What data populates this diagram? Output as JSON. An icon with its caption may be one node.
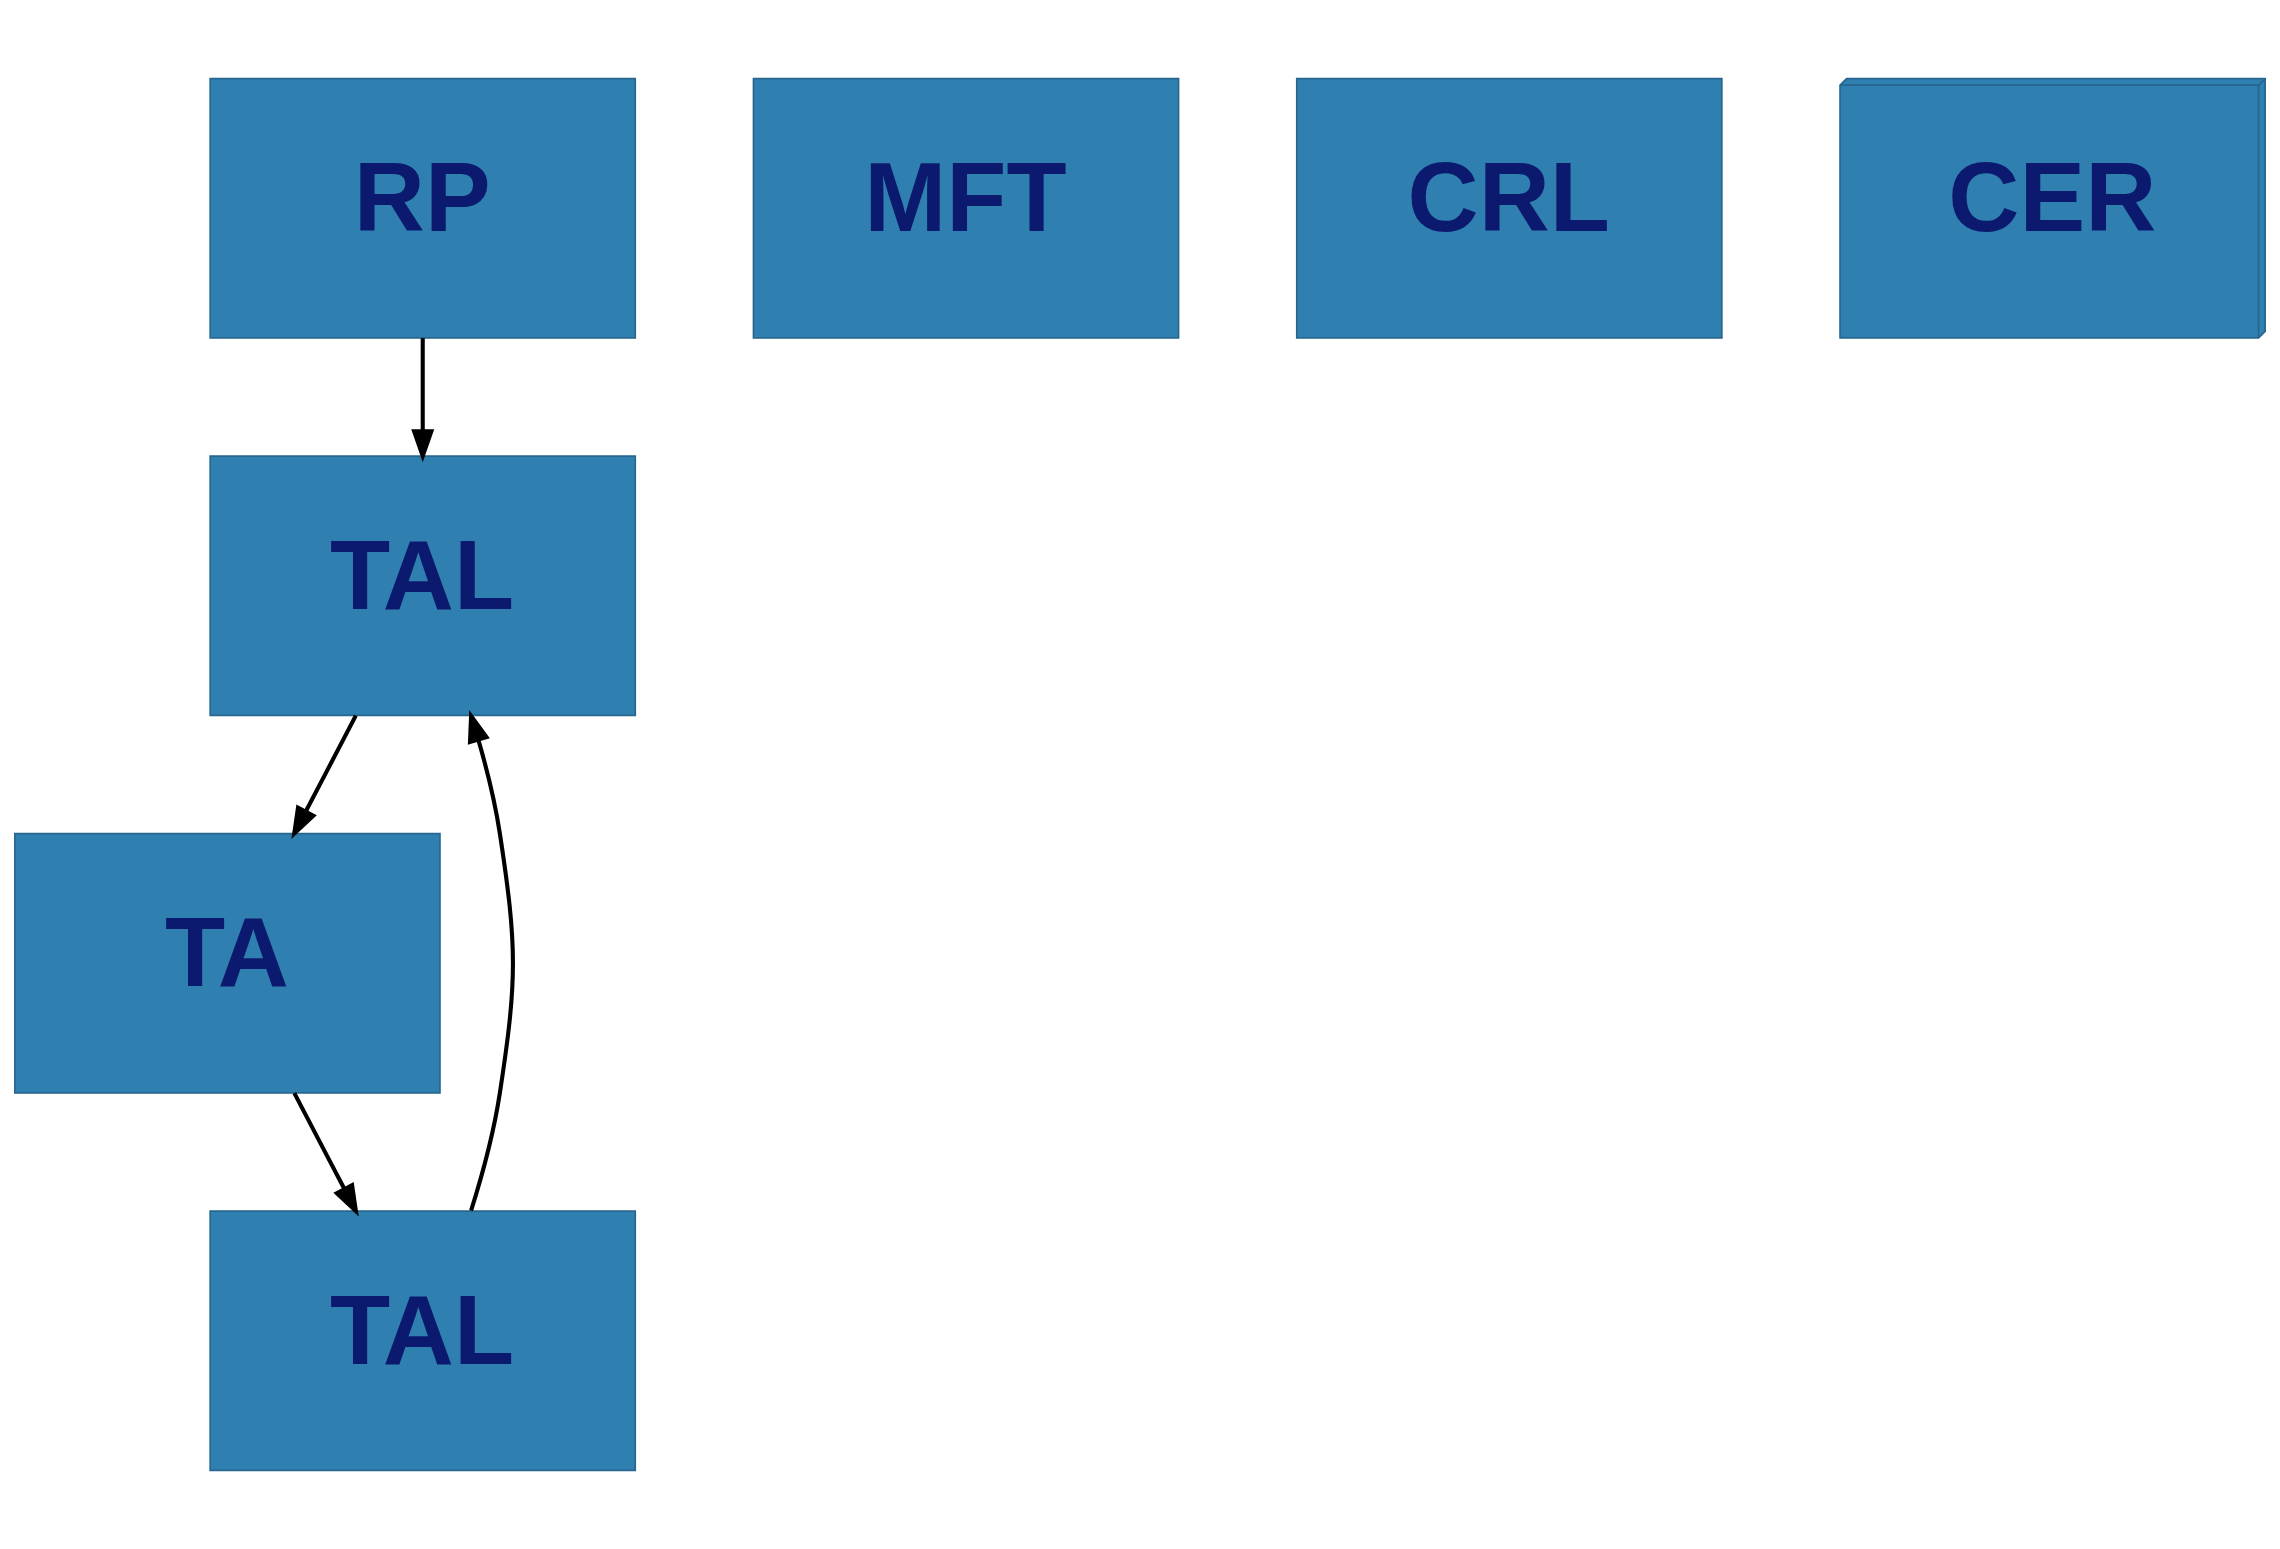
{
  "diagram": {
    "nodes": [
      {
        "text": [
          "RP"
        ]
      },
      {
        "text": [
          "TA"
        ]
      },
      {
        "text": [
          "MFT"
        ]
      },
      {
        "text": [
          "CRL"
        ]
      },
      {
        "text": [
          "TAL"
        ]
      },
      {
        "text": [
          "CER"
        ]
      },
      {
        "text": [
          "TAL"
        ]
      }
    ],
    "edges": [
      {
        "from": 0,
        "to": 4,
        "arrow": "to"
      },
      {
        "from": 4,
        "to": 1,
        "arrow": "to"
      },
      {
        "from": 1,
        "to": 6,
        "arrow": "to"
      },
      {
        "from": 6,
        "to": 4,
        "arrow": "to"
      }
    ]
  }
}
